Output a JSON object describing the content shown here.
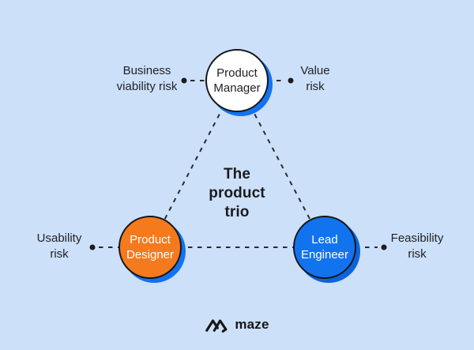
{
  "colors": {
    "background": "#CCE0FA",
    "line": "#2A2A2C",
    "node_border": "#151517",
    "shadow_blue": "#1372F0",
    "shadow_blue_dark": "#0C64DC",
    "node_white_fill": "#FFFFFF",
    "node_orange_fill": "#F5791D",
    "node_blue_fill": "#1273EF",
    "text_dark": "#222226",
    "text_white": "#FFFFFF"
  },
  "title": "The\nproduct\ntrio",
  "nodes": {
    "product_manager": {
      "label": "Product\nManager",
      "fill": "#FFFFFF",
      "text_color": "#222226",
      "shadow": "5px 5px 0 0 #1372F0"
    },
    "product_designer": {
      "label": "Product\nDesigner",
      "fill": "#F5791D",
      "text_color": "#FFFFFF",
      "shadow": "5px 5px 0 0 #1372F0"
    },
    "lead_engineer": {
      "label": "Lead\nEngineer",
      "fill": "#1273EF",
      "text_color": "#FFFFFF",
      "shadow": "5px 5px 0 0 #0C64DC"
    }
  },
  "risks": {
    "business_viability": "Business\nviability risk",
    "value": "Value\nrisk",
    "usability": "Usability\nrisk",
    "feasibility": "Feasibility\nrisk"
  },
  "logo": {
    "text": "maze"
  }
}
